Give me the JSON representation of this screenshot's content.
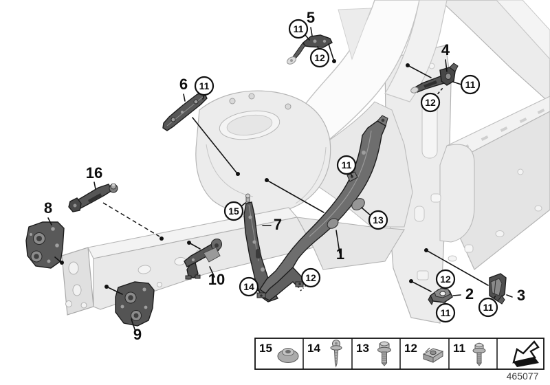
{
  "figure": {
    "doc_number": "465077",
    "part_labels": {
      "p1": "1",
      "p2": "2",
      "p3": "3",
      "p4": "4",
      "p5": "5",
      "p6": "6",
      "p7": "7",
      "p8": "8",
      "p9": "9",
      "p10": "10",
      "p16": "16"
    },
    "fastener_callouts": {
      "f11": "11",
      "f12": "12",
      "f13": "13",
      "f14": "14",
      "f15": "15"
    },
    "legend": {
      "items": [
        {
          "number": "15",
          "icon": "flange-nut-icon"
        },
        {
          "number": "14",
          "icon": "washer-screw-icon"
        },
        {
          "number": "13",
          "icon": "hex-flange-bolt-icon"
        },
        {
          "number": "12",
          "icon": "clip-nut-icon"
        },
        {
          "number": "11",
          "icon": "hex-flange-bolt-icon"
        },
        {
          "number": "",
          "icon": "direction-arrow-icon"
        }
      ]
    }
  }
}
